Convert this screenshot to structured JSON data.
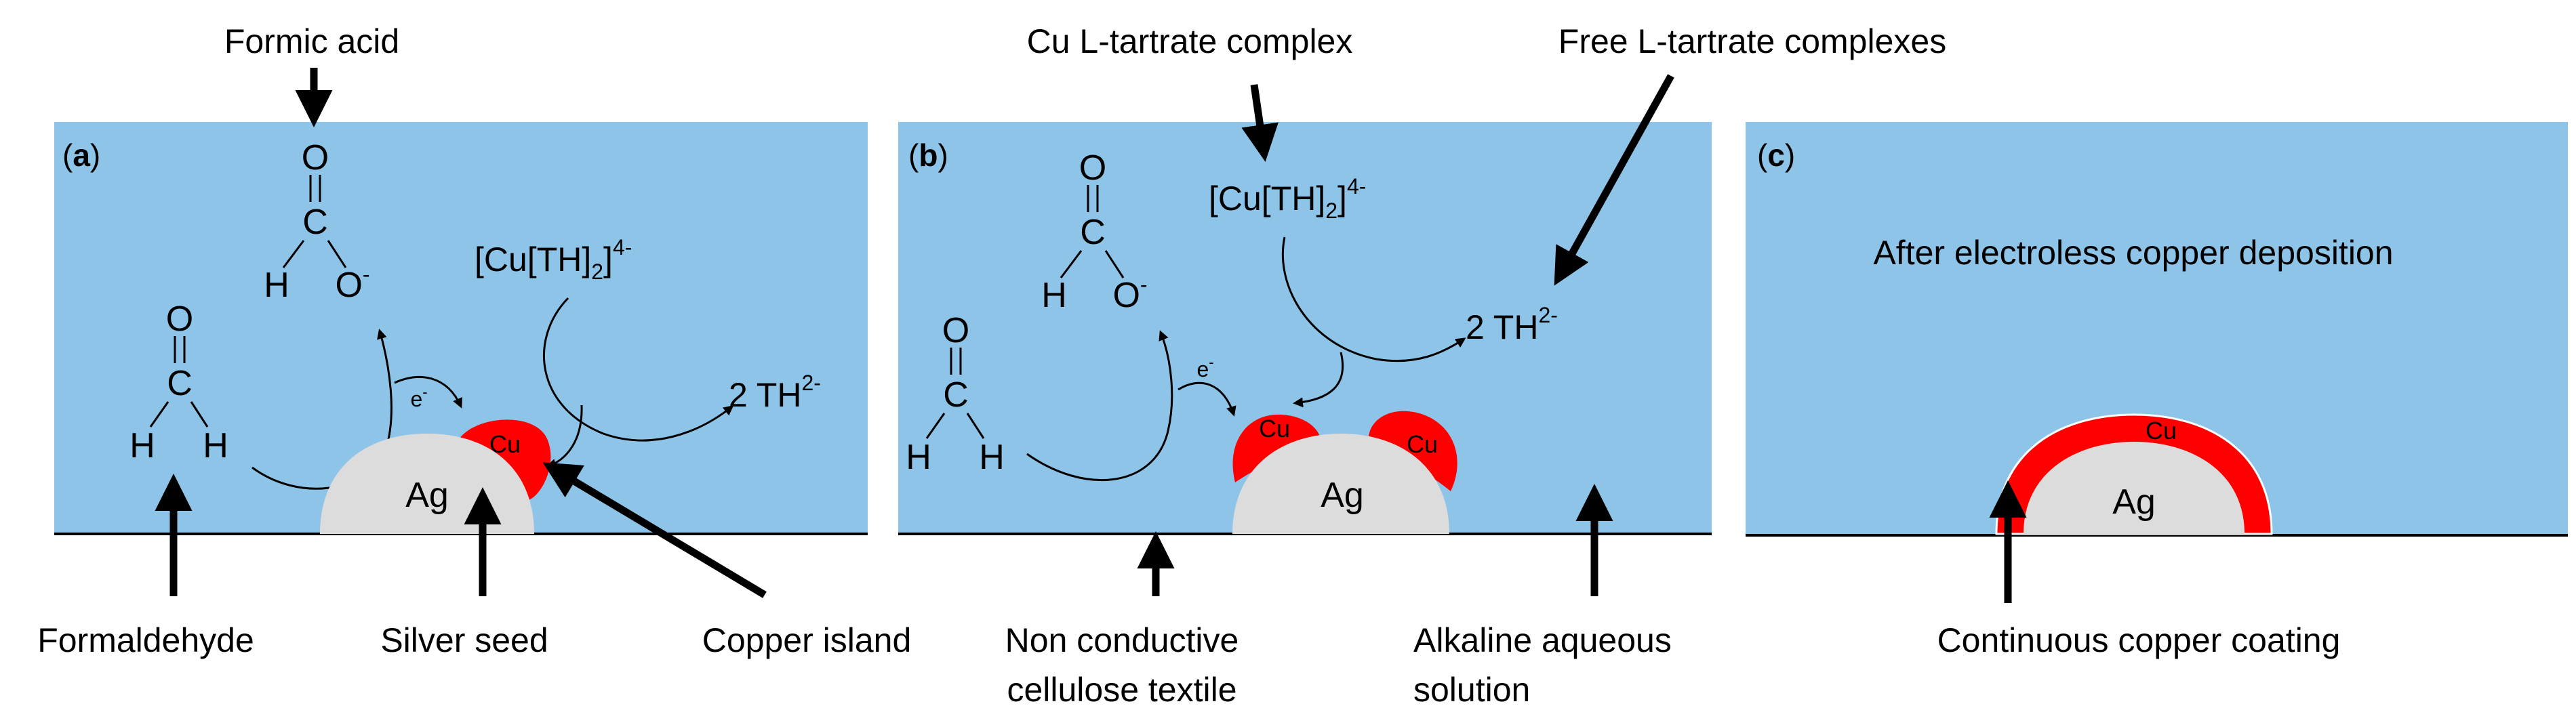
{
  "colors": {
    "solution": "#8DC4E8",
    "silver": "#DCDCDC",
    "copper": "#FF0000",
    "line": "#000000",
    "divider": "#FFFFFF"
  },
  "panel_a": {
    "letter": "a",
    "formic_acid": "Formic acid",
    "o_atom": "O",
    "c_atom": "C",
    "h_atom": "H",
    "o_minus": "O",
    "minus": "-",
    "formaldehyde_o": "O",
    "formaldehyde_c": "C",
    "formaldehyde_h1": "H",
    "formaldehyde_h2": "H",
    "electron": "e",
    "electron_charge": "-",
    "complex_prefix": "[Cu[TH]",
    "complex_sub": "2",
    "complex_suffix": "]",
    "complex_charge": "4-",
    "ligand": "2 TH",
    "ligand_charge": "2-",
    "cu": "Cu",
    "ag": "Ag",
    "formaldehyde_label": "Formaldehyde",
    "silver_seed_label": "Silver seed",
    "copper_island_label": "Copper island"
  },
  "panel_b": {
    "letter": "b",
    "complex_label": "Cu L-tartrate complex",
    "free_label": "Free L-tartrate complexes",
    "o_atom": "O",
    "c_atom": "C",
    "h_atom": "H",
    "o_minus": "O",
    "minus": "-",
    "formaldehyde_o": "O",
    "formaldehyde_c": "C",
    "formaldehyde_h1": "H",
    "formaldehyde_h2": "H",
    "electron": "e",
    "electron_charge": "-",
    "complex_prefix": "[Cu[TH]",
    "complex_sub": "2",
    "complex_suffix": "]",
    "complex_charge": "4-",
    "ligand": "2 TH",
    "ligand_charge": "2-",
    "cu_left": "Cu",
    "cu_right": "Cu",
    "ag": "Ag",
    "textile_line1": "Non conductive",
    "textile_line2": "cellulose textile",
    "solution_line1": "Alkaline aqueous",
    "solution_line2": "solution"
  },
  "panel_c": {
    "letter": "c",
    "title": "After electroless copper deposition",
    "cu": "Cu",
    "ag": "Ag",
    "coating_label": "Continuous copper coating"
  }
}
